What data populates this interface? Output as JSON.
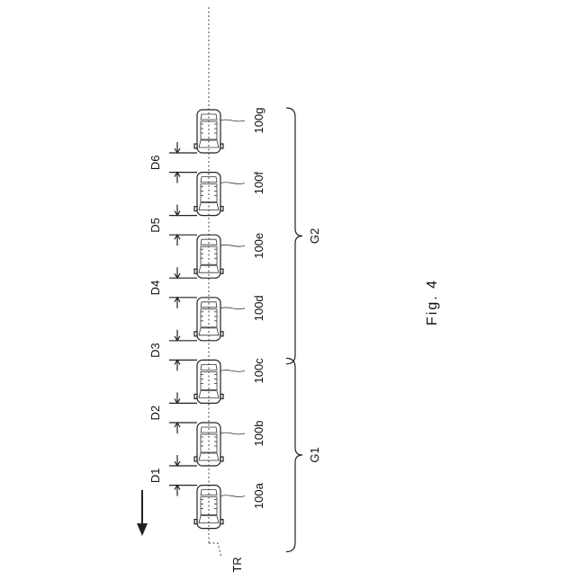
{
  "figure_label": "Fig. 4",
  "track_label": "TR",
  "vehicles": [
    {
      "id": "100a",
      "label": "100a"
    },
    {
      "id": "100b",
      "label": "100b"
    },
    {
      "id": "100c",
      "label": "100c"
    },
    {
      "id": "100d",
      "label": "100d"
    },
    {
      "id": "100e",
      "label": "100e"
    },
    {
      "id": "100f",
      "label": "100f"
    },
    {
      "id": "100g",
      "label": "100g"
    }
  ],
  "gaps": [
    {
      "label": "D1"
    },
    {
      "label": "D2"
    },
    {
      "label": "D3"
    },
    {
      "label": "D4"
    },
    {
      "label": "D5"
    },
    {
      "label": "D6"
    }
  ],
  "groups": [
    {
      "label": "G1",
      "members": [
        "100a",
        "100b",
        "100c"
      ]
    },
    {
      "label": "G2",
      "members": [
        "100d",
        "100e",
        "100f",
        "100g"
      ]
    }
  ],
  "direction_arrow": "down",
  "colors": {
    "ink": "#222222",
    "background": "#ffffff"
  }
}
